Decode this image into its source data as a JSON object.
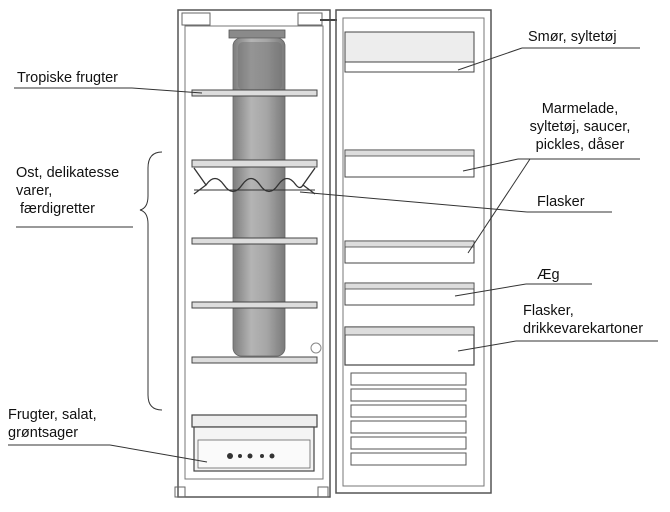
{
  "labels": {
    "tropical_fruit": "Tropiske frugter",
    "cheese_group": "Ost, delikatesse\nvarer,\n færdigretter",
    "fruit_salad_veg": "Frugter, salat,\ngrøntsager",
    "butter_jam": "Smør, syltetøj",
    "marmalade_group": "Marmelade,\nsyltetøj, saucer,\npickles, dåser",
    "bottles": "Flasker",
    "eggs": "Æg",
    "bottles_cartons": "Flasker,\ndrikkevarekartoner"
  },
  "colors": {
    "line": "#333333",
    "body_outline": "#555555",
    "panel_fill": "#9a9a9a",
    "shelf_fill": "#d8d8d8"
  },
  "icons": {
    "crisper_dial": "dial-icon"
  }
}
